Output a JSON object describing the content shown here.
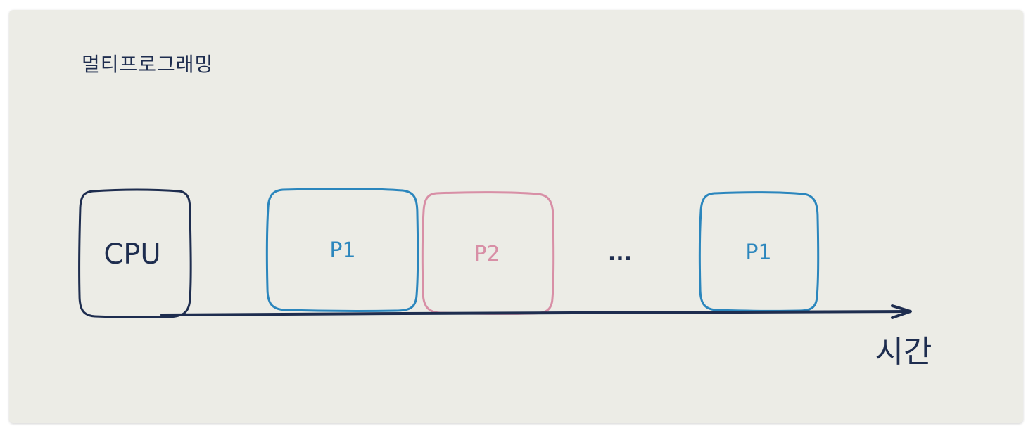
{
  "title": "멀티프로그래밍",
  "cpu_label": "CPU",
  "processes": [
    {
      "label": "P1",
      "color": "#2b86bd"
    },
    {
      "label": "P2",
      "color": "#d88fa6"
    },
    {
      "label": "...",
      "color": "#1e2d4f"
    },
    {
      "label": "P1",
      "color": "#2b86bd"
    }
  ],
  "axis_label": "시간",
  "colors": {
    "background": "#ecece6",
    "ink": "#1e2d4f",
    "process_p1": "#2b86bd",
    "process_p2": "#d88fa6"
  }
}
